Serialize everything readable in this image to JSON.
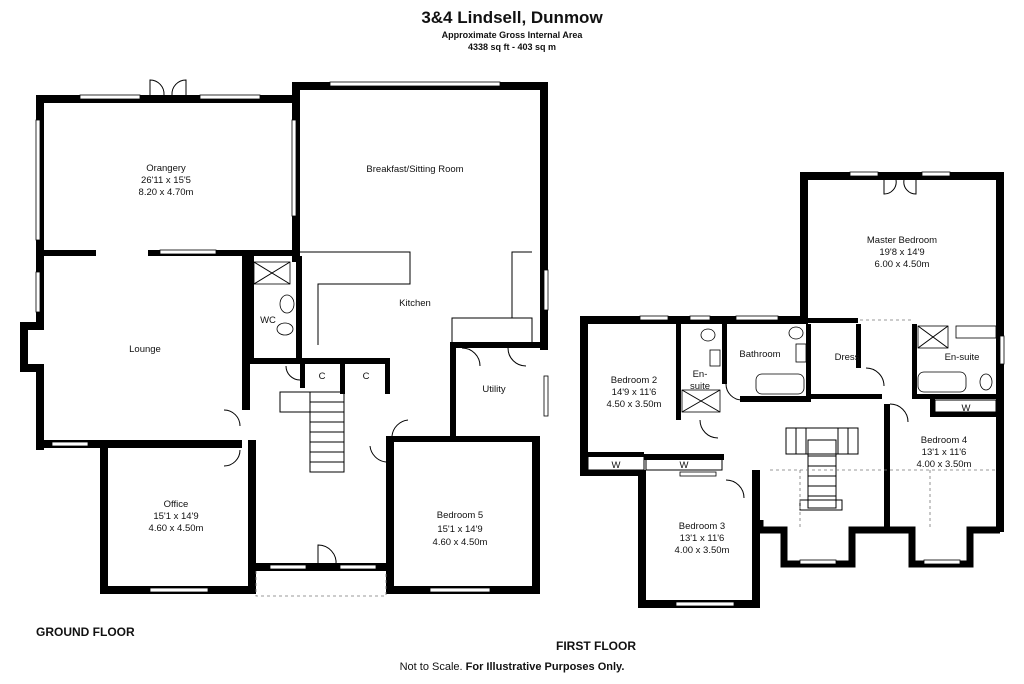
{
  "header": {
    "title": "3&4 Lindsell, Dunmow",
    "subtitle": "Approximate Gross Internal Area",
    "area": "4338 sq ft - 403 sq m"
  },
  "floors": {
    "ground": "GROUND FLOOR",
    "first": "FIRST FLOOR"
  },
  "rooms": {
    "orangery": {
      "name": "Orangery",
      "imperial": "26'11 x 15'5",
      "metric": "8.20 x 4.70m"
    },
    "breakfast": {
      "name": "Breakfast/Sitting Room"
    },
    "kitchen": {
      "name": "Kitchen"
    },
    "lounge": {
      "name": "Lounge"
    },
    "wc": {
      "name": "WC"
    },
    "cupboard1": {
      "name": "C"
    },
    "cupboard2": {
      "name": "C"
    },
    "utility": {
      "name": "Utility"
    },
    "office": {
      "name": "Office",
      "imperial": "15'1 x 14'9",
      "metric": "4.60 x 4.50m"
    },
    "bedroom5": {
      "name": "Bedroom 5",
      "imperial": "15'1 x 14'9",
      "metric": "4.60 x 4.50m"
    },
    "master": {
      "name": "Master Bedroom",
      "imperial": "19'8 x 14'9",
      "metric": "6.00 x 4.50m"
    },
    "bedroom2": {
      "name": "Bedroom 2",
      "imperial": "14'9 x 11'6",
      "metric": "4.50 x 3.50m"
    },
    "ensuite1": {
      "line1": "En-",
      "line2": "suite"
    },
    "bathroom": {
      "name": "Bathroom"
    },
    "dress": {
      "name": "Dress"
    },
    "ensuite2": {
      "name": "En-suite"
    },
    "bedroom4": {
      "name": "Bedroom 4",
      "imperial": "13'1 x 11'6",
      "metric": "4.00 x 3.50m"
    },
    "bedroom3": {
      "name": "Bedroom 3",
      "imperial": "13'1 x 11'6",
      "metric": "4.00 x 3.50m"
    },
    "wardrobe_b2": {
      "name": "W"
    },
    "wardrobe_b3": {
      "name": "W"
    },
    "wardrobe_b4": {
      "name": "W"
    }
  },
  "footer": {
    "prefix": "Not to Scale.",
    "note": "For Illustrative Purposes Only."
  }
}
